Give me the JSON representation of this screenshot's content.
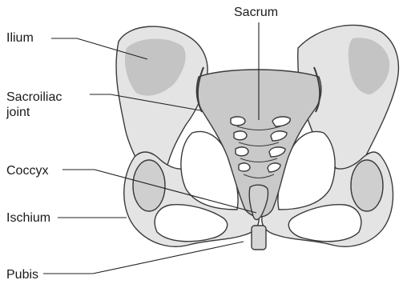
{
  "labels": {
    "sacrum": "Sacrum",
    "ilium": "Ilium",
    "sacroiliac_line1": "Sacroiliac",
    "sacroiliac_line2": "joint",
    "coccyx": "Coccyx",
    "ischium": "Ischium",
    "pubis": "Pubis"
  },
  "colors": {
    "bone_fill": "#e4e4e4",
    "bone_shade": "#bfbfbf",
    "sacrum_fill": "#c9c9c9",
    "outline": "#3a3a3a",
    "leader_line": "#222222"
  }
}
